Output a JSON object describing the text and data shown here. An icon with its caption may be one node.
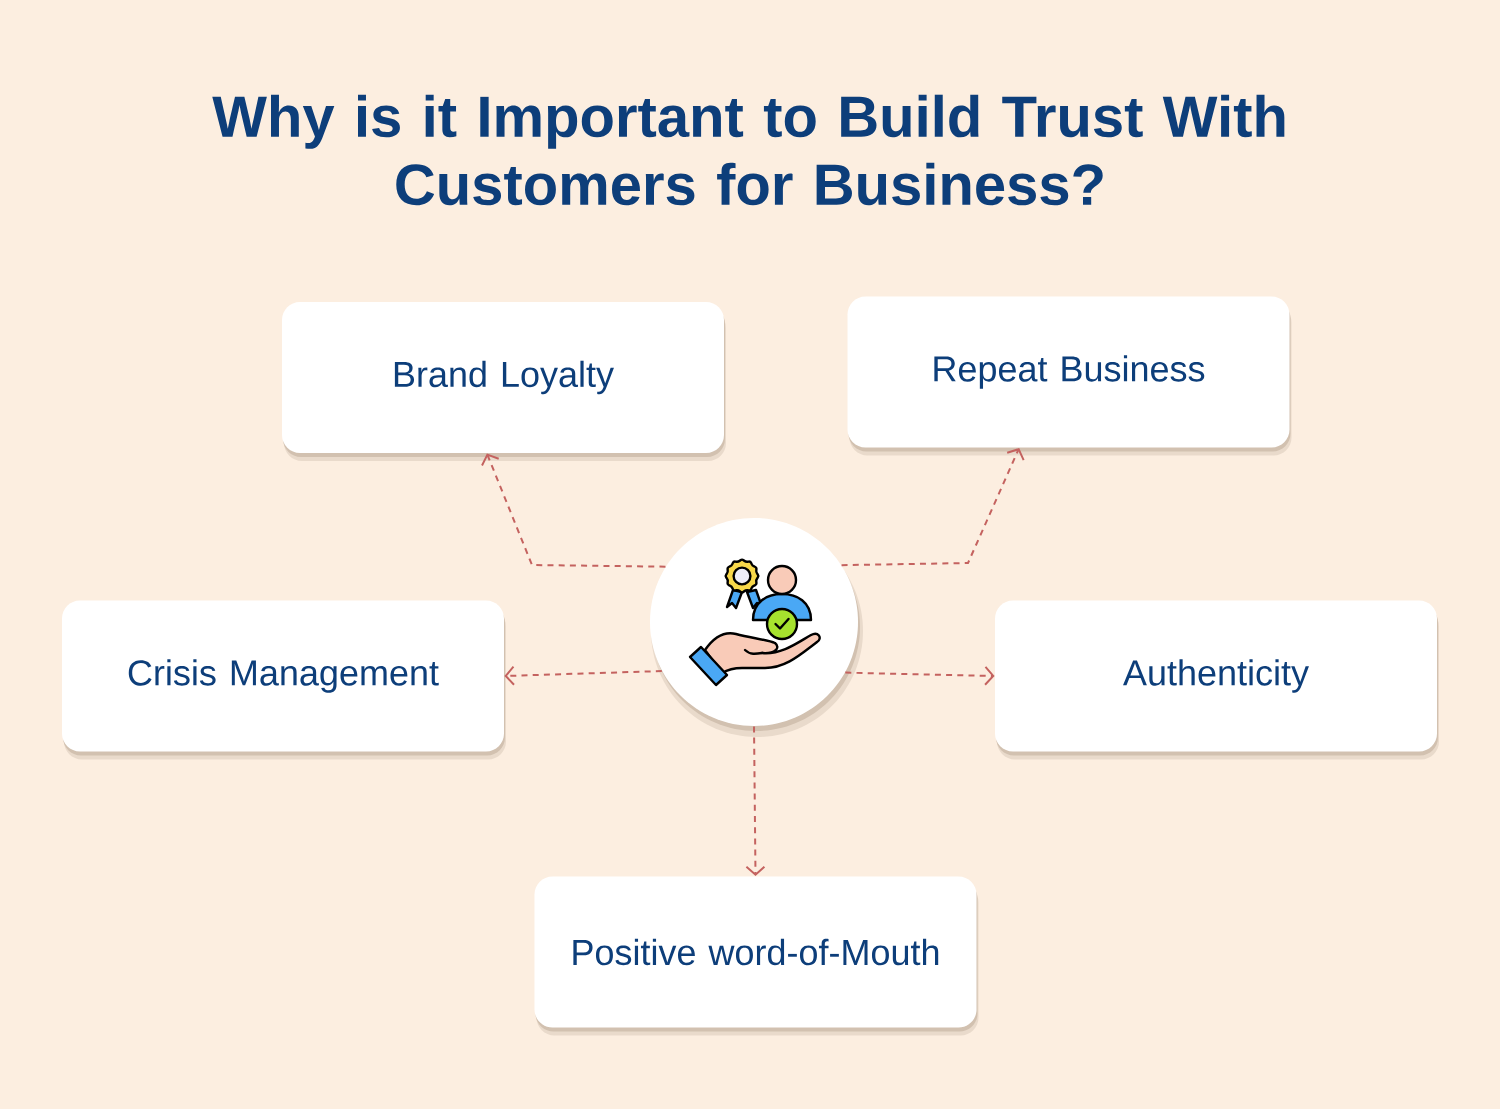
{
  "diagram": {
    "title": "Why is it Important to Build Trust With Customers for Business?",
    "nodes": [
      {
        "text": [],
        "shape": "circle"
      },
      {
        "text": [
          "Brand Loyalty"
        ]
      },
      {
        "text": [
          "Repeat Business"
        ]
      },
      {
        "text": [
          "Crisis Management"
        ]
      },
      {
        "text": [
          "Authenticity"
        ]
      },
      {
        "text": [
          "Positive word-of-Mouth"
        ]
      }
    ],
    "edges": [
      {
        "from": 0,
        "to": 1,
        "arrow": "to",
        "style": "dashed"
      },
      {
        "from": 0,
        "to": 2,
        "arrow": "to",
        "style": "dashed"
      },
      {
        "from": 0,
        "to": 3,
        "arrow": "to",
        "style": "dashed"
      },
      {
        "from": 0,
        "to": 4,
        "arrow": "to",
        "style": "dashed"
      },
      {
        "from": 0,
        "to": 5,
        "arrow": "to",
        "style": "dashed"
      }
    ]
  }
}
